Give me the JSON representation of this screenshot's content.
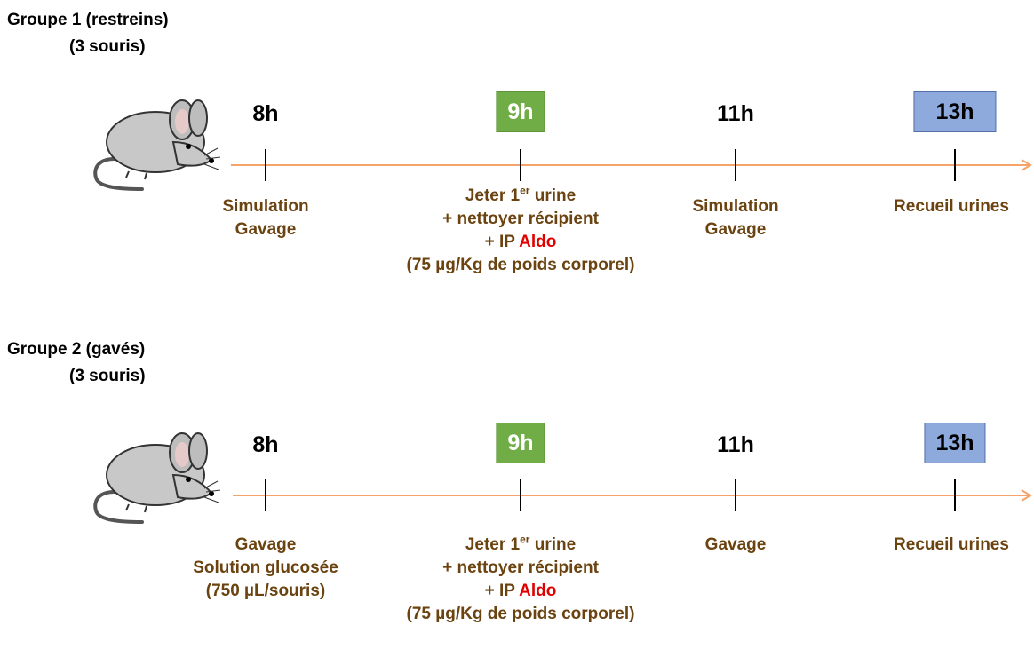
{
  "colors": {
    "axis": "#f4a46b",
    "step_text": "#6b4310",
    "highlight_green": "#70ad47",
    "highlight_blue": "#8ea9db",
    "aldo": "#e00000"
  },
  "icons": [
    "mouse-icon"
  ],
  "groups": [
    {
      "title_line1": "Groupe 1 (restreins)",
      "title_line2": "(3 souris)",
      "times": [
        {
          "label": "8h",
          "style": "plain"
        },
        {
          "label": "9h",
          "style": "green"
        },
        {
          "label": "11h",
          "style": "plain"
        },
        {
          "label": "13h",
          "style": "blue"
        }
      ],
      "steps": [
        {
          "lines": [
            "Simulation",
            "Gavage"
          ]
        },
        {
          "line1_pre": "Jeter 1",
          "line1_sup": "er",
          "line1_post": " urine",
          "line2": "+ nettoyer récipient",
          "line3_pre": "+ IP ",
          "line3_red": "Aldo",
          "line4": "(75 µg/Kg de poids corporel)"
        },
        {
          "lines": [
            "Simulation",
            "Gavage"
          ]
        },
        {
          "lines": [
            "Recueil urines"
          ]
        }
      ]
    },
    {
      "title_line1": "Groupe 2 (gavés)",
      "title_line2": "(3 souris)",
      "times": [
        {
          "label": "8h",
          "style": "plain"
        },
        {
          "label": "9h",
          "style": "green"
        },
        {
          "label": "11h",
          "style": "plain"
        },
        {
          "label": "13h",
          "style": "blue"
        }
      ],
      "steps": [
        {
          "lines": [
            "Gavage",
            "Solution glucosée",
            "(750 µL/souris)"
          ]
        },
        {
          "line1_pre": "Jeter 1",
          "line1_sup": "er",
          "line1_post": " urine",
          "line2": "+ nettoyer récipient",
          "line3_pre": "+ IP ",
          "line3_red": "Aldo",
          "line4": "(75 µg/Kg de poids corporel)"
        },
        {
          "lines": [
            "Gavage"
          ]
        },
        {
          "lines": [
            "Recueil urines"
          ]
        }
      ]
    }
  ]
}
